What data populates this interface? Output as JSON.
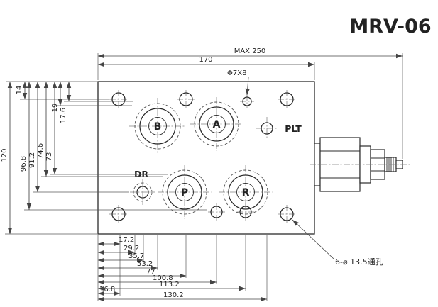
{
  "title": "MRV-06",
  "colors": {
    "accent": "#1c3bb0",
    "line": "#333333"
  },
  "ports": {
    "b": "B",
    "a": "A",
    "p": "P",
    "r": "R",
    "dr": "DR",
    "plt": "PLT"
  },
  "dims": {
    "overall_width": "MAX 250",
    "body_width": "170",
    "top_hole_note": "Φ7X8",
    "bottom_hole_note": "6-⌀ 13.5通孔",
    "left": [
      "14",
      "19",
      "17.6",
      "74.6",
      "73",
      "91.2",
      "96.8",
      "120"
    ],
    "bottom": [
      "17.2",
      "29.2",
      "35.7",
      "53.2",
      "77",
      "100.8",
      "113.2",
      "130.2"
    ],
    "bottom_left_offset": "16.8"
  }
}
